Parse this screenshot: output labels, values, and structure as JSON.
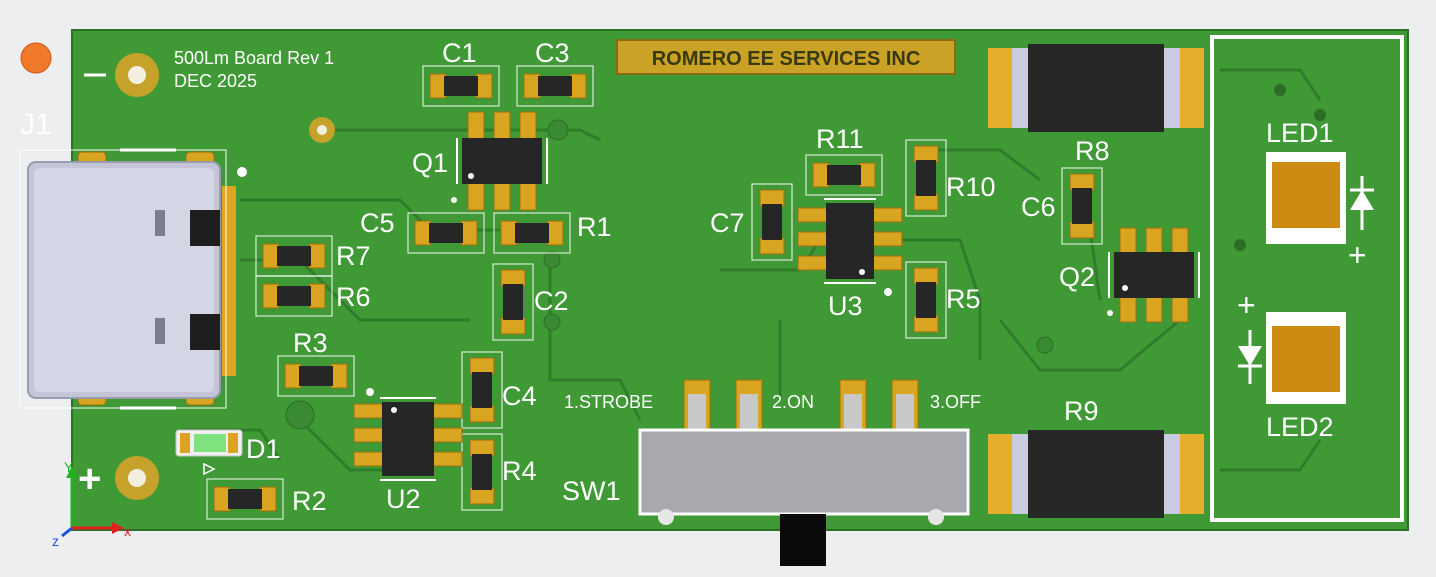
{
  "board": {
    "title_line1": "500Lm Board Rev 1",
    "title_line2": "DEC 2025",
    "company": "ROMERO EE SERVICES INC"
  },
  "refdes": {
    "J1": "J1",
    "C1": "C1",
    "C2": "C2",
    "C3": "C3",
    "C4": "C4",
    "C5": "C5",
    "C6": "C6",
    "C7": "C7",
    "R1": "R1",
    "R2": "R2",
    "R3": "R3",
    "R4": "R4",
    "R5": "R5",
    "R6": "R6",
    "R7": "R7",
    "R8": "R8",
    "R9": "R9",
    "R10": "R10",
    "R11": "R11",
    "Q1": "Q1",
    "Q2": "Q2",
    "U2": "U2",
    "U3": "U3",
    "D1": "D1",
    "SW1": "SW1",
    "LED1": "LED1",
    "LED2": "LED2"
  },
  "switch_positions": {
    "pos1": "1.STROBE",
    "pos2": "2.ON",
    "pos3": "3.OFF"
  },
  "markings": {
    "plus_left": "+",
    "minus_left": "−",
    "led1_plus": "+",
    "led2_plus": "+"
  },
  "axes": {
    "x": "x",
    "y": "Y",
    "z": "z"
  },
  "colors": {
    "board": "#3f9a36",
    "copper": "#d9a520",
    "silkscreen": "#ffffff",
    "brand_plate": "#c9a226",
    "led_body": "#cc8a10",
    "x_axis": "#e02020",
    "y_axis": "#20b020",
    "z_axis": "#2050e0"
  }
}
